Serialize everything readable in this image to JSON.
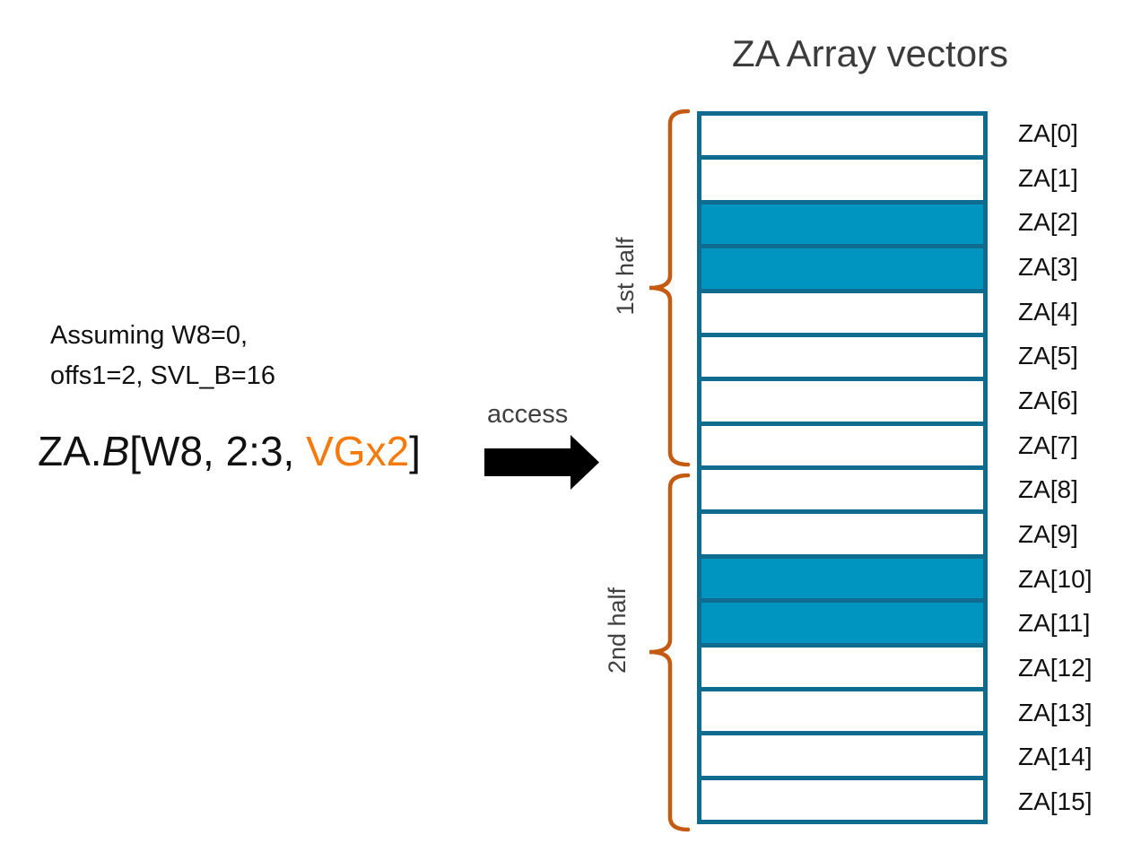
{
  "title": "ZA Array vectors",
  "assumptions": {
    "line1": "Assuming W8=0,",
    "line2": "offs1=2, SVL_B=16"
  },
  "formula": {
    "prefix": "ZA.",
    "element_type": "B",
    "open_bracket": "[",
    "args": "W8, 2:3, ",
    "highlight": "VGx2",
    "close_bracket": "]"
  },
  "access_label": "access",
  "groups": [
    {
      "label": "1st half"
    },
    {
      "label": "2nd half"
    }
  ],
  "array": {
    "rows": [
      {
        "label": "ZA[0]",
        "filled": false
      },
      {
        "label": "ZA[1]",
        "filled": false
      },
      {
        "label": "ZA[2]",
        "filled": true
      },
      {
        "label": "ZA[3]",
        "filled": true
      },
      {
        "label": "ZA[4]",
        "filled": false
      },
      {
        "label": "ZA[5]",
        "filled": false
      },
      {
        "label": "ZA[6]",
        "filled": false
      },
      {
        "label": "ZA[7]",
        "filled": false
      },
      {
        "label": "ZA[8]",
        "filled": false
      },
      {
        "label": "ZA[9]",
        "filled": false
      },
      {
        "label": "ZA[10]",
        "filled": true
      },
      {
        "label": "ZA[11]",
        "filled": true
      },
      {
        "label": "ZA[12]",
        "filled": false
      },
      {
        "label": "ZA[13]",
        "filled": false
      },
      {
        "label": "ZA[14]",
        "filled": false
      },
      {
        "label": "ZA[15]",
        "filled": false
      }
    ]
  },
  "colors": {
    "fill": "#0094C1",
    "border": "#0F6C8E",
    "brace": "#C55A11",
    "highlight": "#F5790B",
    "muted": "#404040"
  }
}
